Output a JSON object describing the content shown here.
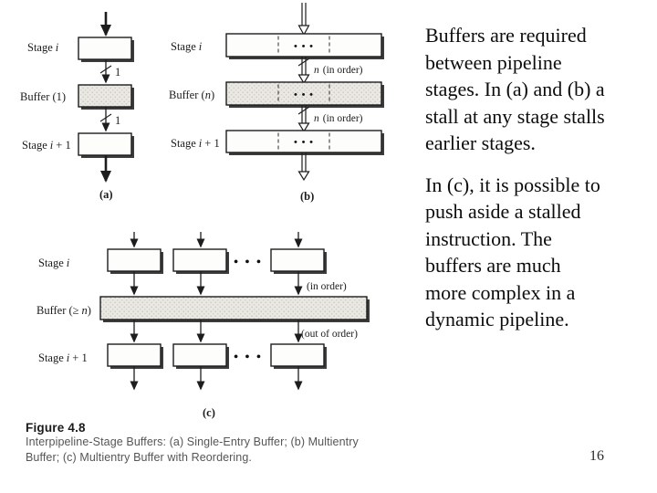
{
  "content": {
    "paragraph1": "Buffers are required\nbetween pipeline\nstages. In (a) and (b) a\nstall at any stage stalls\nearlier stages.",
    "paragraph2": "In (c), it is possible to\npush aside a stalled\ninstruction. The\nbuffers are much\nmore complex in a\ndynamic pipeline.",
    "page_number": "16"
  },
  "figure": {
    "caption_title": "Figure 4.8",
    "caption_line1": "Interpipeline-Stage Buffers: (a) Single-Entry Buffer; (b) Multientry",
    "caption_line2": "Buffer; (c) Multientry Buffer with Reordering.",
    "diagram_a": {
      "tag": "(a)",
      "stage_word": "Stage",
      "i_var": "i",
      "plus_one": "+ 1",
      "buffer_label": "Buffer (1)",
      "bus_width_1": "1",
      "bus_width_2": "1"
    },
    "diagram_b": {
      "tag": "(b)",
      "stage_word": "Stage",
      "i_var": "i",
      "plus_one": "+ 1",
      "buffer_prefix": "Buffer (",
      "n_var": "n",
      "buffer_suffix": ")",
      "flow_label": "(in order)",
      "dots": "• • •"
    },
    "diagram_c": {
      "tag": "(c)",
      "stage_word": "Stage",
      "i_var": "i",
      "plus_one": "+ 1",
      "buffer_prefix": "Buffer (≥",
      "n_var": "n",
      "buffer_suffix": ")",
      "flow_in": "(in order)",
      "flow_out": "(out of order)",
      "dots": "• • •"
    }
  },
  "colors": {
    "ink": "#1d1d1d",
    "buffer_fill": "#eae8e3",
    "caption_gray": "#565656"
  }
}
